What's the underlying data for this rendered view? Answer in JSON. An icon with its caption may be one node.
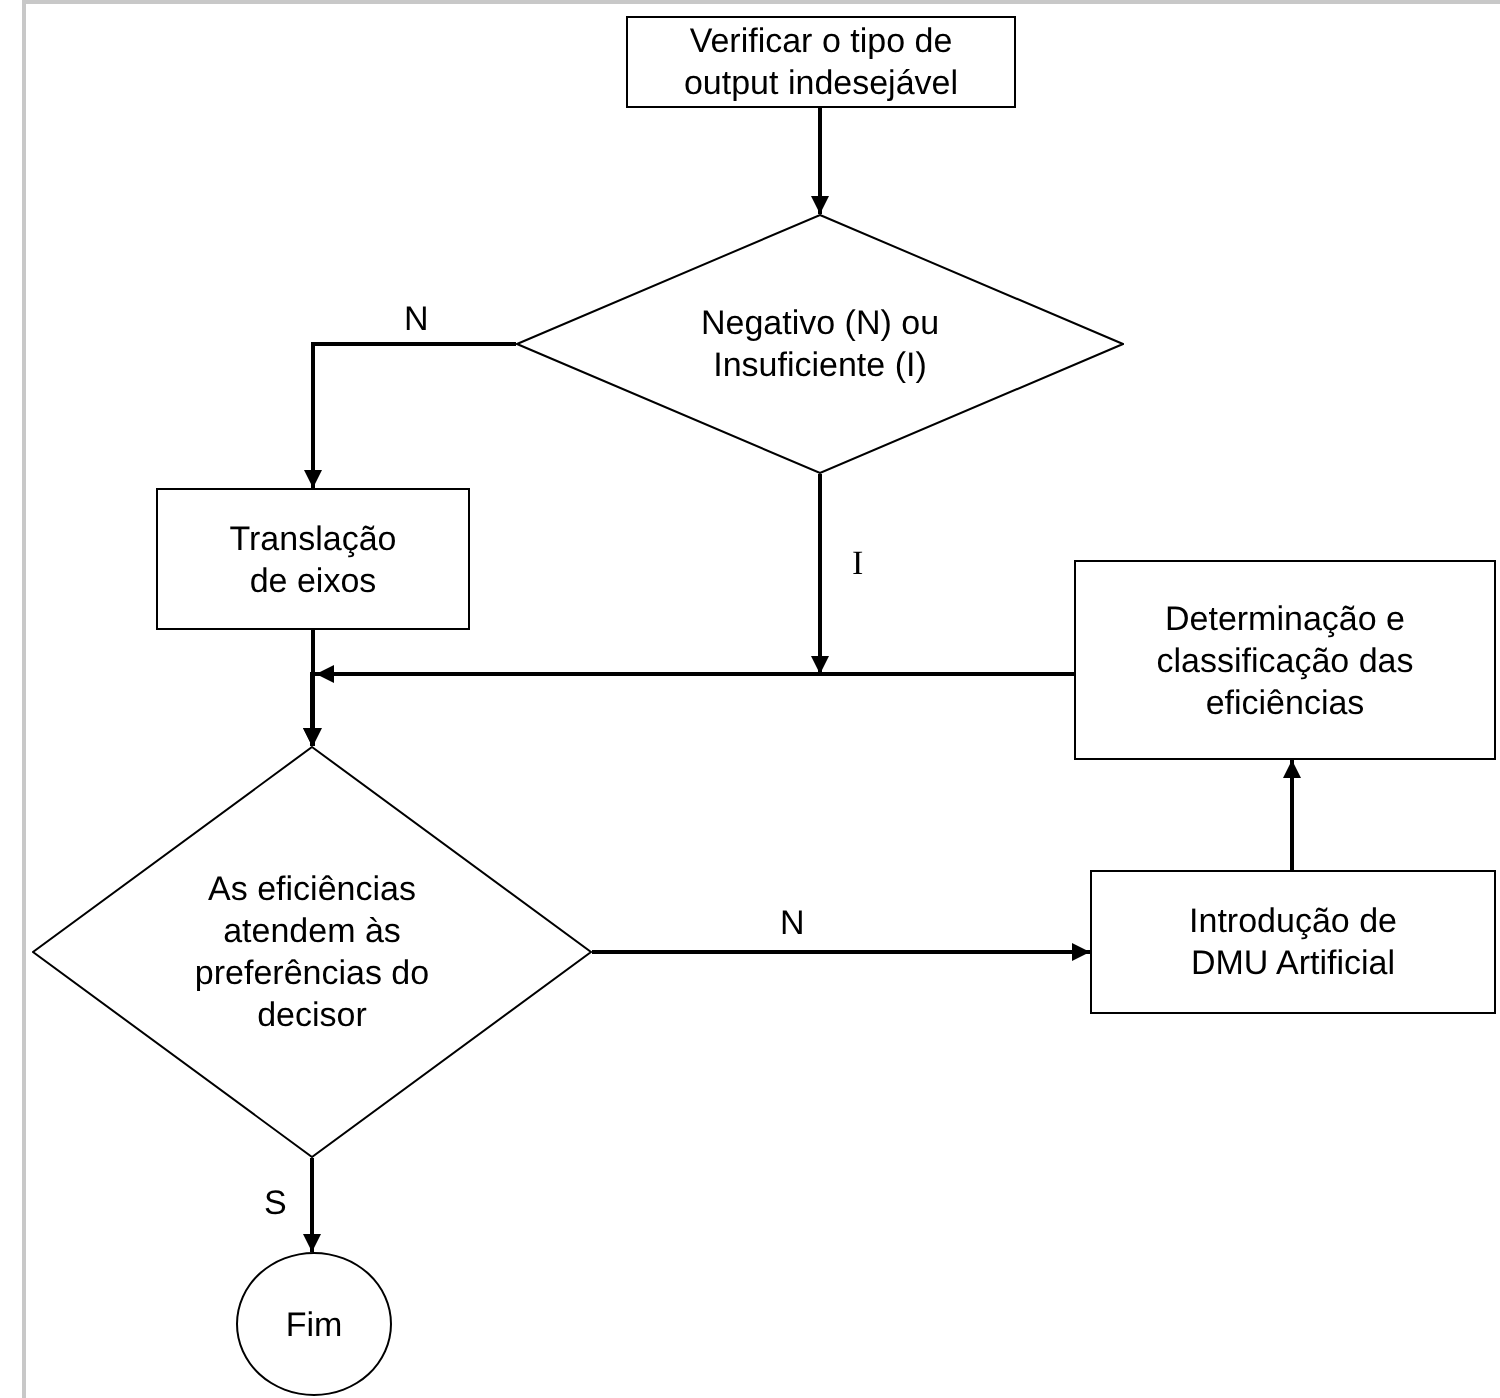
{
  "diagram": {
    "nodes": [
      {
        "text": [
          "Verificar o tipo de output indesejável"
        ]
      },
      {
        "text": [
          "Negativo (N) ou Insuficiente (I)"
        ]
      },
      {
        "text": [
          "Translação de eixos"
        ]
      },
      {
        "text": [
          "Determinação e classificação das eficiências"
        ]
      },
      {
        "text": [
          "As eficiências atendem às preferências do decisor"
        ]
      },
      {
        "text": [
          "Introdução de DMU Artificial"
        ]
      },
      {
        "text": [
          "Fim"
        ]
      }
    ],
    "edges": [
      {
        "from": 0,
        "to": 1,
        "arrow": "to"
      },
      {
        "from": 1,
        "to": 2,
        "arrow": "to",
        "label": "N"
      },
      {
        "from": 1,
        "to": 4,
        "arrow": "to",
        "label": "I"
      },
      {
        "from": 2,
        "to": 4,
        "arrow": "to"
      },
      {
        "from": 3,
        "to": 4,
        "arrow": "to"
      },
      {
        "from": 4,
        "to": 5,
        "arrow": "to",
        "label": "N"
      },
      {
        "from": 5,
        "to": 3,
        "arrow": "to"
      },
      {
        "from": 4,
        "to": 6,
        "arrow": "to",
        "label": "S"
      }
    ]
  }
}
